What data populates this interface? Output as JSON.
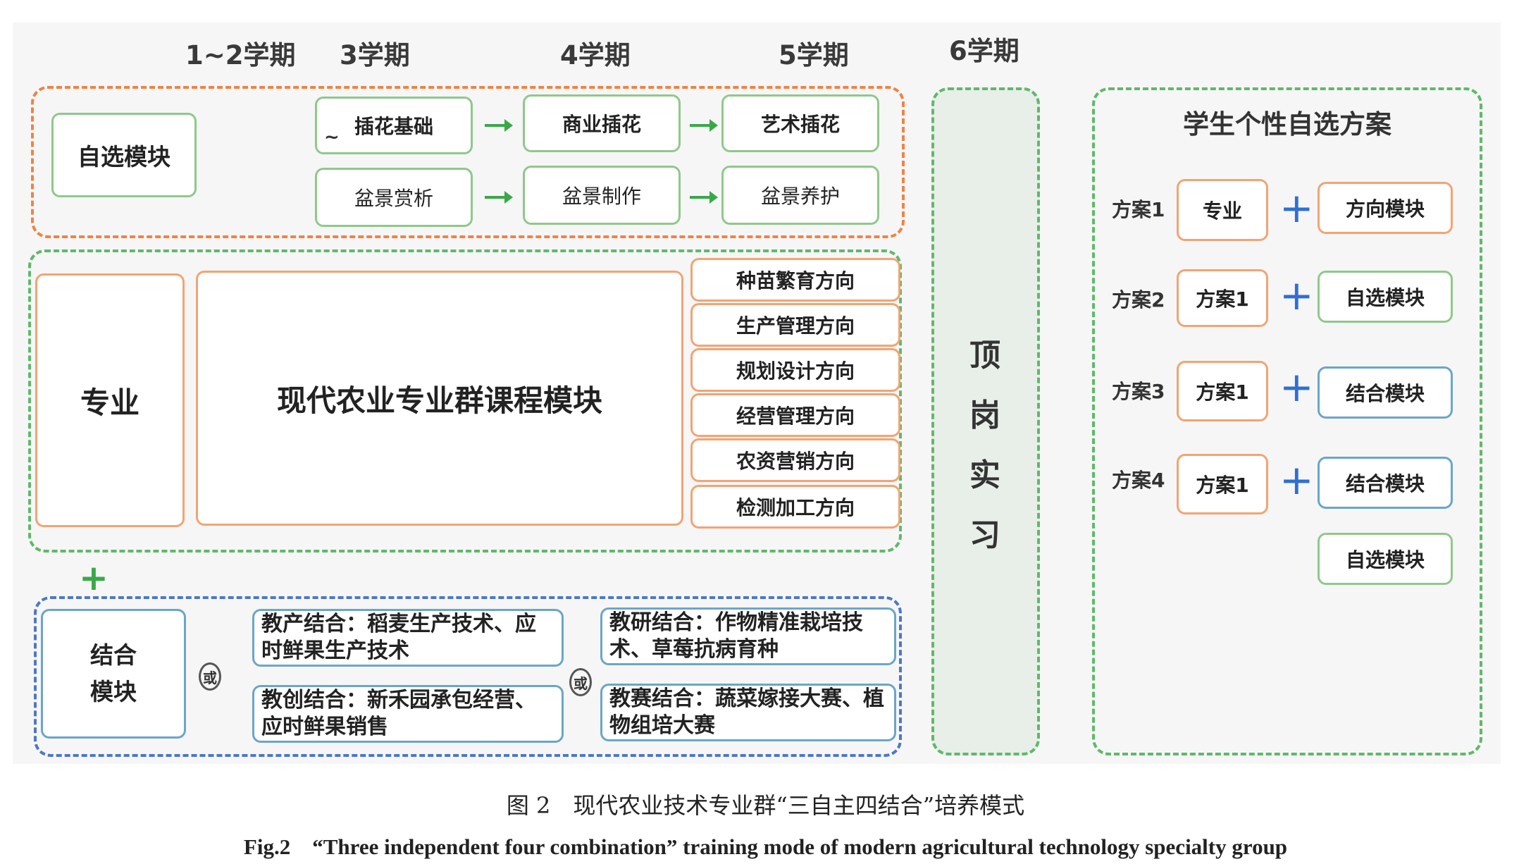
{
  "semesters": [
    "1~2学期",
    "3学期",
    "4学期",
    "5学期",
    "6学期"
  ],
  "elective": {
    "title": "自选模块",
    "tilde": "~",
    "row1": [
      "插花基础",
      "商业插花",
      "艺术插花"
    ],
    "row2": [
      "盆景赏析",
      "盆景制作",
      "盆景养护"
    ]
  },
  "major": {
    "title": "专业",
    "core": "现代农业专业群课程模块",
    "directions": [
      "种苗繁育方向",
      "生产管理方向",
      "规划设计方向",
      "经营管理方向",
      "农资营销方向",
      "检测加工方向"
    ]
  },
  "plus_sign": "+",
  "combo": {
    "title_line1": "结合",
    "title_line2": "模块",
    "or_symbol": "或",
    "items": [
      "教产结合：稻麦生产技术、应时鲜果生产技术",
      "教创结合：新禾园承包经营、应时鲜果销售",
      "教研结合：作物精准栽培技术、草莓抗病育种",
      "教赛结合：蔬菜嫁接大赛、植物组培大赛"
    ]
  },
  "internship": [
    "顶",
    "岗",
    "实",
    "习"
  ],
  "personal": {
    "title": "学生个性自选方案",
    "plans": [
      {
        "label": "方案1",
        "base": "专业",
        "module": "方向模块"
      },
      {
        "label": "方案2",
        "base": "方案1",
        "module": "自选模块"
      },
      {
        "label": "方案3",
        "base": "方案1",
        "module": "结合模块"
      },
      {
        "label": "方案4",
        "base": "方案1",
        "module": "结合模块"
      }
    ],
    "extra_module": "自选模块"
  },
  "colors": {
    "orange": "#ee8445",
    "green": "#5fb96a",
    "blue": "#4d78c4",
    "arrow": "#3aa84a",
    "plus": "#2f6fd1"
  },
  "caption_cn": "图 2　现代农业技术专业群“三自主四结合”培养模式",
  "caption_en": "Fig.2　“Three independent four combination” training mode of modern agricultural technology specialty group"
}
